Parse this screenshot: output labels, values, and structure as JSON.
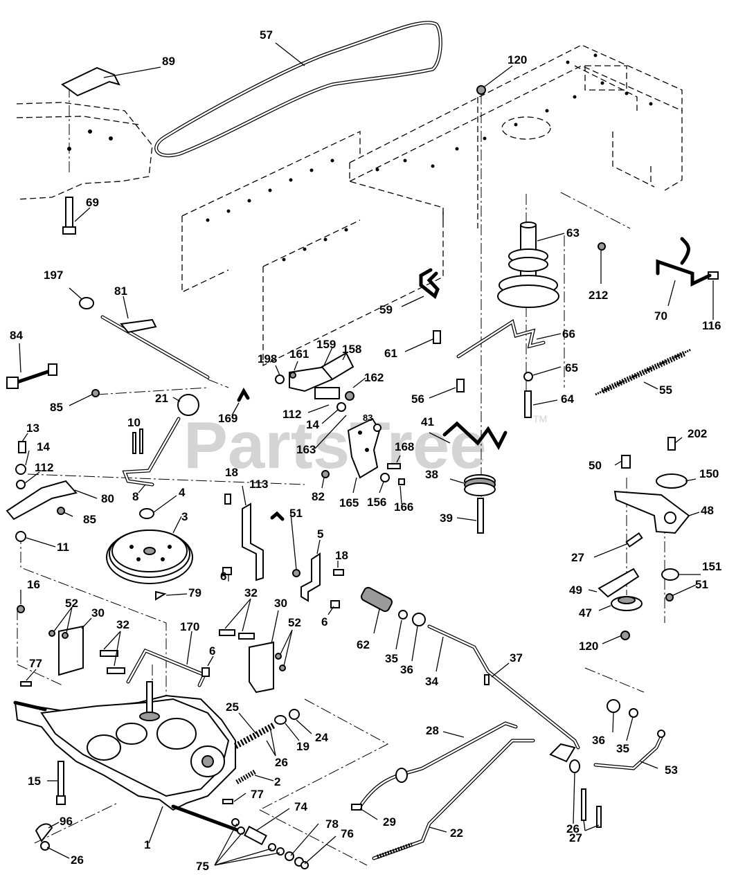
{
  "watermark": {
    "text": "PartsTree",
    "trademark": "TM"
  },
  "callouts": {
    "c57": "57",
    "c89": "89",
    "c120a": "120",
    "c69": "69",
    "c63": "63",
    "c212": "212",
    "c70": "70",
    "c116": "116",
    "c197": "197",
    "c81": "81",
    "c59": "59",
    "c61": "61",
    "c66": "66",
    "c84": "84",
    "c198": "198",
    "c161": "161",
    "c159": "159",
    "c158": "158",
    "c162": "162",
    "c65": "65",
    "c55": "55",
    "c56": "56",
    "c64": "64",
    "c85a": "85",
    "c21": "21",
    "c169": "169",
    "c112a": "112",
    "c14a": "14",
    "c83": "83",
    "c10": "10",
    "c163": "163",
    "c41": "41",
    "c168": "168",
    "c202": "202",
    "c13": "13",
    "c14b": "14",
    "c112b": "112",
    "c50": "50",
    "c150": "150",
    "c38": "38",
    "c82": "82",
    "c18a": "18",
    "c113": "113",
    "c165": "165",
    "c156": "156",
    "c166": "166",
    "c80": "80",
    "c8": "8",
    "c4": "4",
    "c51a": "51",
    "c48": "48",
    "c85b": "85",
    "c39": "39",
    "c3": "3",
    "c11": "11",
    "c5": "5",
    "c18b": "18",
    "c27a": "27",
    "c6a": "6",
    "c151": "151",
    "c16": "16",
    "c79": "79",
    "c32a": "32",
    "c49": "49",
    "c51b": "51",
    "c6b": "6",
    "c47": "47",
    "c52a": "52",
    "c30a": "30",
    "c32b": "32",
    "c30b": "30",
    "c52b": "52",
    "c62": "62",
    "c35a": "35",
    "c36a": "36",
    "c34": "34",
    "c120b": "120",
    "c170": "170",
    "c6c": "6",
    "c37": "37",
    "c77a": "77",
    "c25": "25",
    "c24": "24",
    "c19": "19",
    "c28": "28",
    "c36b": "36",
    "c35b": "35",
    "c26a": "26",
    "c15": "15",
    "c2": "2",
    "c53": "53",
    "c77b": "77",
    "c29": "29",
    "c74": "74",
    "c96": "96",
    "c22": "22",
    "c26b": "26",
    "c78": "78",
    "c76": "76",
    "c1": "1",
    "c27b": "27",
    "c26c": "26",
    "c75": "75"
  }
}
